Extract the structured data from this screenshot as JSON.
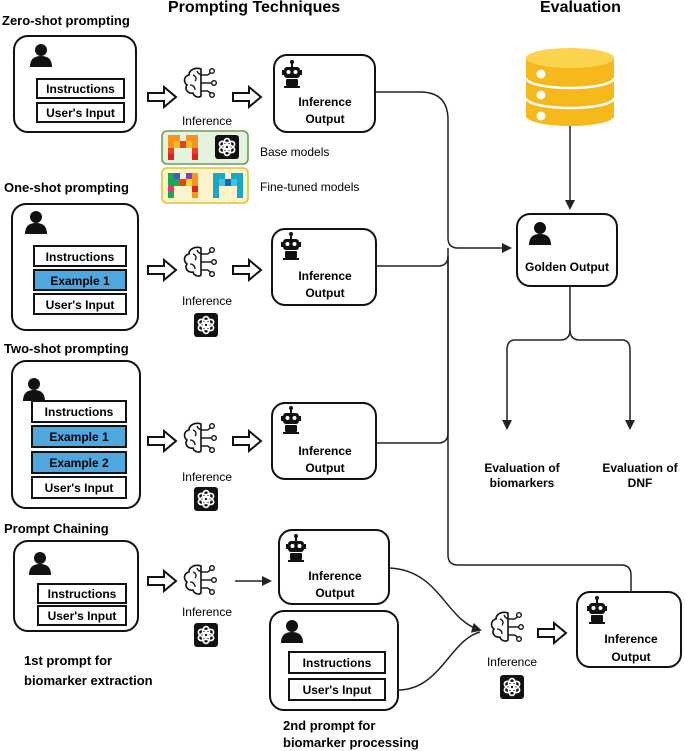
{
  "headers": {
    "prompting_techniques": "Prompting Techniques",
    "evaluation": "Evaluation"
  },
  "sections": {
    "zero_shot": "Zero-shot prompting",
    "one_shot": "One-shot prompting",
    "two_shot": "Two-shot prompting",
    "prompt_chaining": "Prompt Chaining"
  },
  "labels": {
    "instructions": "Instructions",
    "users_input": "User's Input",
    "example_1": "Example 1",
    "example_2": "Example 2",
    "inference": "Inference",
    "inference_output_line1": "Inference",
    "inference_output_line2": "Output",
    "base_models": "Base models",
    "fine_tuned_models": "Fine-tuned models",
    "golden_output": "Golden Output",
    "eval_biomarkers_line1": "Evaluation of",
    "eval_biomarkers_line2": "biomarkers",
    "eval_dnf_line1": "Evaluation of",
    "eval_dnf_line2": "DNF",
    "first_prompt_line1": "1st prompt for",
    "first_prompt_line2": "biomarker extraction",
    "second_prompt_line1": "2nd prompt for",
    "second_prompt_line2": "biomarker processing"
  },
  "icons": {
    "user": "user-icon",
    "robot": "robot-icon",
    "brain_network": "brain-network-icon",
    "openai": "openai-logo-icon",
    "mistral": "mistral-logo-icon",
    "database": "database-icon"
  },
  "colors": {
    "example_fill": "#4fa7e0",
    "base_models_bg": "#e6f2e0",
    "base_models_border": "#6a9e52",
    "fine_tuned_bg": "#fbf3cc",
    "fine_tuned_border": "#e0c531",
    "database": "#f6b81a"
  }
}
